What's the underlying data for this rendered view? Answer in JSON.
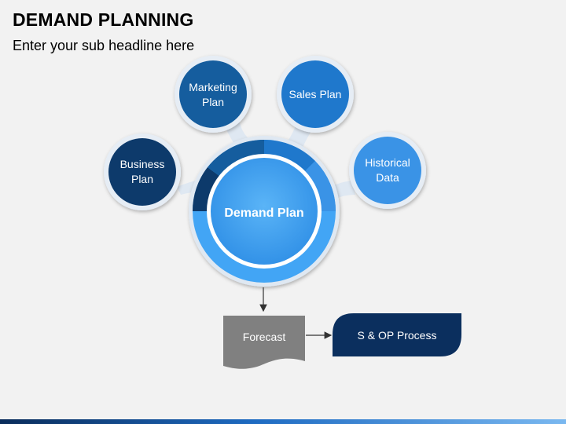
{
  "header": {
    "title": "DEMAND PLANNING",
    "subtitle": "Enter your sub headline here"
  },
  "diagram": {
    "center": {
      "label": "Demand Plan"
    },
    "satellites": {
      "business": {
        "line1": "Business",
        "line2": "Plan"
      },
      "marketing": {
        "line1": "Marketing",
        "line2": "Plan"
      },
      "sales": {
        "line1": "Sales Plan"
      },
      "historical": {
        "line1": "Historical",
        "line2": "Data"
      }
    },
    "forecast": {
      "label": "Forecast"
    },
    "process": {
      "label": "S & OP Process"
    }
  },
  "colors": {
    "dark_navy": "#0d3a6b",
    "medium_blue": "#155d9e",
    "bright_blue": "#1f78cc",
    "light_blue": "#3a93e6",
    "center_fill": "#42a5f5",
    "forecast_gray": "#808080",
    "process_navy": "#0b2f5e"
  }
}
